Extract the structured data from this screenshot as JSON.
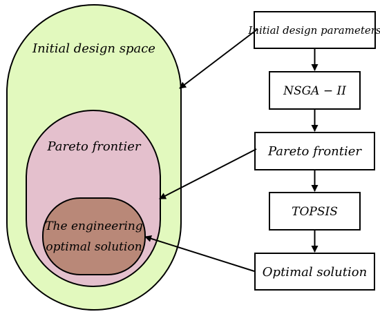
{
  "regions": {
    "initial_design_space": {
      "label": "Initial design space",
      "fill": "#e2f9be"
    },
    "pareto_frontier": {
      "label": "Pareto frontier",
      "fill": "#e4c0cd"
    },
    "optimal_solution": {
      "label_line1": "The engineering",
      "label_line2": "optimal solution",
      "fill": "#b98878"
    }
  },
  "flow": {
    "step1": "Initial design parameters",
    "step2": "NSGA − II",
    "step3": "Pareto frontier",
    "step4": "TOPSIS",
    "step5": "Optimal solution"
  },
  "colors": {
    "stroke": "#000000",
    "box_fill": "#ffffff"
  }
}
